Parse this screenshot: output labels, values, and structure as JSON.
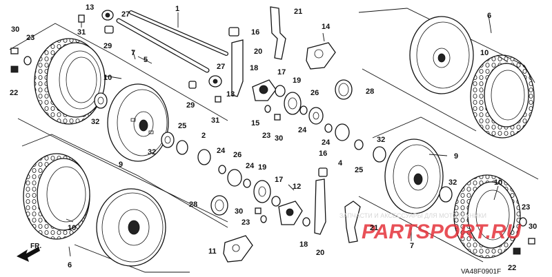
{
  "diagram": {
    "code": "VA48F0901F",
    "front_label": "FR.",
    "watermark_text": "ЗАПЧАСТИ И АКСЕССУАРЫ ДЛЯ МОТОТЕХНИКИ",
    "watermark_logo": "PARTSPORT.RU"
  },
  "labels": [
    {
      "id": "l1",
      "text": "1"
    },
    {
      "id": "l2",
      "text": "2"
    },
    {
      "id": "l4",
      "text": "4"
    },
    {
      "id": "l5",
      "text": "5"
    },
    {
      "id": "l6a",
      "text": "6"
    },
    {
      "id": "l6b",
      "text": "6"
    },
    {
      "id": "l7a",
      "text": "7"
    },
    {
      "id": "l7b",
      "text": "7"
    },
    {
      "id": "l9a",
      "text": "9"
    },
    {
      "id": "l9b",
      "text": "9"
    },
    {
      "id": "l10a",
      "text": "10"
    },
    {
      "id": "l10b",
      "text": "10"
    },
    {
      "id": "l10c",
      "text": "10"
    },
    {
      "id": "l10d",
      "text": "10"
    },
    {
      "id": "l11",
      "text": "11"
    },
    {
      "id": "l12",
      "text": "12"
    },
    {
      "id": "l13a",
      "text": "13"
    },
    {
      "id": "l13b",
      "text": "13"
    },
    {
      "id": "l14",
      "text": "14"
    },
    {
      "id": "l15",
      "text": "15"
    },
    {
      "id": "l16a",
      "text": "16"
    },
    {
      "id": "l16b",
      "text": "16"
    },
    {
      "id": "l17a",
      "text": "17"
    },
    {
      "id": "l17b",
      "text": "17"
    },
    {
      "id": "l18a",
      "text": "18"
    },
    {
      "id": "l18b",
      "text": "18"
    },
    {
      "id": "l19a",
      "text": "19"
    },
    {
      "id": "l19b",
      "text": "19"
    },
    {
      "id": "l20a",
      "text": "20"
    },
    {
      "id": "l20b",
      "text": "20"
    },
    {
      "id": "l21a",
      "text": "21"
    },
    {
      "id": "l21b",
      "text": "21"
    },
    {
      "id": "l22a",
      "text": "22"
    },
    {
      "id": "l22b",
      "text": "22"
    },
    {
      "id": "l23a",
      "text": "23"
    },
    {
      "id": "l23b",
      "text": "23"
    },
    {
      "id": "l23c",
      "text": "23"
    },
    {
      "id": "l23d",
      "text": "23"
    },
    {
      "id": "l24a",
      "text": "24"
    },
    {
      "id": "l24b",
      "text": "24"
    },
    {
      "id": "l24c",
      "text": "24"
    },
    {
      "id": "l24d",
      "text": "24"
    },
    {
      "id": "l25a",
      "text": "25"
    },
    {
      "id": "l25b",
      "text": "25"
    },
    {
      "id": "l26a",
      "text": "26"
    },
    {
      "id": "l26b",
      "text": "26"
    },
    {
      "id": "l27a",
      "text": "27"
    },
    {
      "id": "l27b",
      "text": "27"
    },
    {
      "id": "l28a",
      "text": "28"
    },
    {
      "id": "l28b",
      "text": "28"
    },
    {
      "id": "l29a",
      "text": "29"
    },
    {
      "id": "l29b",
      "text": "29"
    },
    {
      "id": "l30a",
      "text": "30"
    },
    {
      "id": "l30b",
      "text": "30"
    },
    {
      "id": "l30c",
      "text": "30"
    },
    {
      "id": "l30d",
      "text": "30"
    },
    {
      "id": "l31a",
      "text": "31"
    },
    {
      "id": "l31b",
      "text": "31"
    },
    {
      "id": "l32a",
      "text": "32"
    },
    {
      "id": "l32b",
      "text": "32"
    },
    {
      "id": "l32c",
      "text": "32"
    },
    {
      "id": "l32d",
      "text": "32"
    }
  ]
}
